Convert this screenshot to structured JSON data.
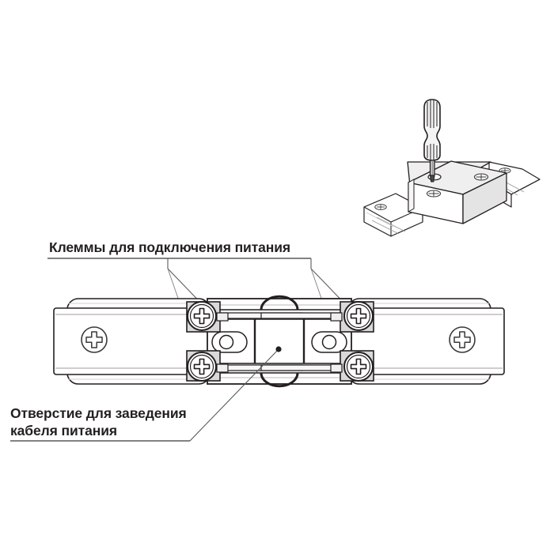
{
  "document": {
    "kind": "technical-installation-diagram",
    "subject": "track-lighting-straight-connector",
    "background_color": "#ffffff",
    "line_color": "#231f20",
    "text_color": "#231f20"
  },
  "annotations": {
    "terminals": {
      "label": "Клеммы для подключения питания",
      "underline_color": "#58595b",
      "leader_dot_color": "#231f20",
      "points_to": "terminal-screws"
    },
    "cable_hole": {
      "line1": "Отверстие для заведения",
      "line2": "кабеля питания",
      "underline_color": "#58595b",
      "leader_dot_color": "#231f20",
      "points_to": "cable-entry-hole"
    }
  },
  "inset": {
    "name": "screwdriver-assembly-illustration",
    "description": "Изометрический вид: отвёртка вставляется в соединитель шинопровода",
    "parts": [
      "screwdriver",
      "connector-body",
      "track-rail-left",
      "track-rail-right",
      "screw-head-top",
      "screw-head-side"
    ],
    "colors": {
      "top_face": "#eeeeee",
      "front_face": "#ffffff",
      "side_face": "#e2e2e2",
      "outline": "#231f20",
      "handle_fill": "#f2f2f2",
      "shaft_fill": "#bdbdbd"
    }
  },
  "main_diagram": {
    "name": "connector-top-view",
    "colors": {
      "body_fill": "#ffffff",
      "body_outline": "#231f20",
      "inner_line": "#8d8d8d",
      "terminal_block_fill": "#d9d9d9",
      "terminal_block_outline": "#231f20",
      "screw_outline": "#231f20",
      "wire_fill": "#f4f4f4"
    },
    "parts": {
      "left_end_cap": {
        "name": "left-end-cap",
        "screw": "phillips-screw-left"
      },
      "right_end_cap": {
        "name": "right-end-cap",
        "screw": "phillips-screw-right"
      },
      "terminal_screws": [
        {
          "id": "terminal-screw-top-left",
          "position": "top-left"
        },
        {
          "id": "terminal-screw-bottom-left",
          "position": "bottom-left"
        },
        {
          "id": "terminal-screw-top-right",
          "position": "top-right"
        },
        {
          "id": "terminal-screw-bottom-right",
          "position": "bottom-right"
        }
      ],
      "cable_hole": {
        "id": "cable-entry-hole",
        "shape": "rounded-rectangle-with-arcs"
      },
      "slots": [
        {
          "id": "mounting-slot-left"
        },
        {
          "id": "mounting-slot-right"
        }
      ]
    }
  }
}
